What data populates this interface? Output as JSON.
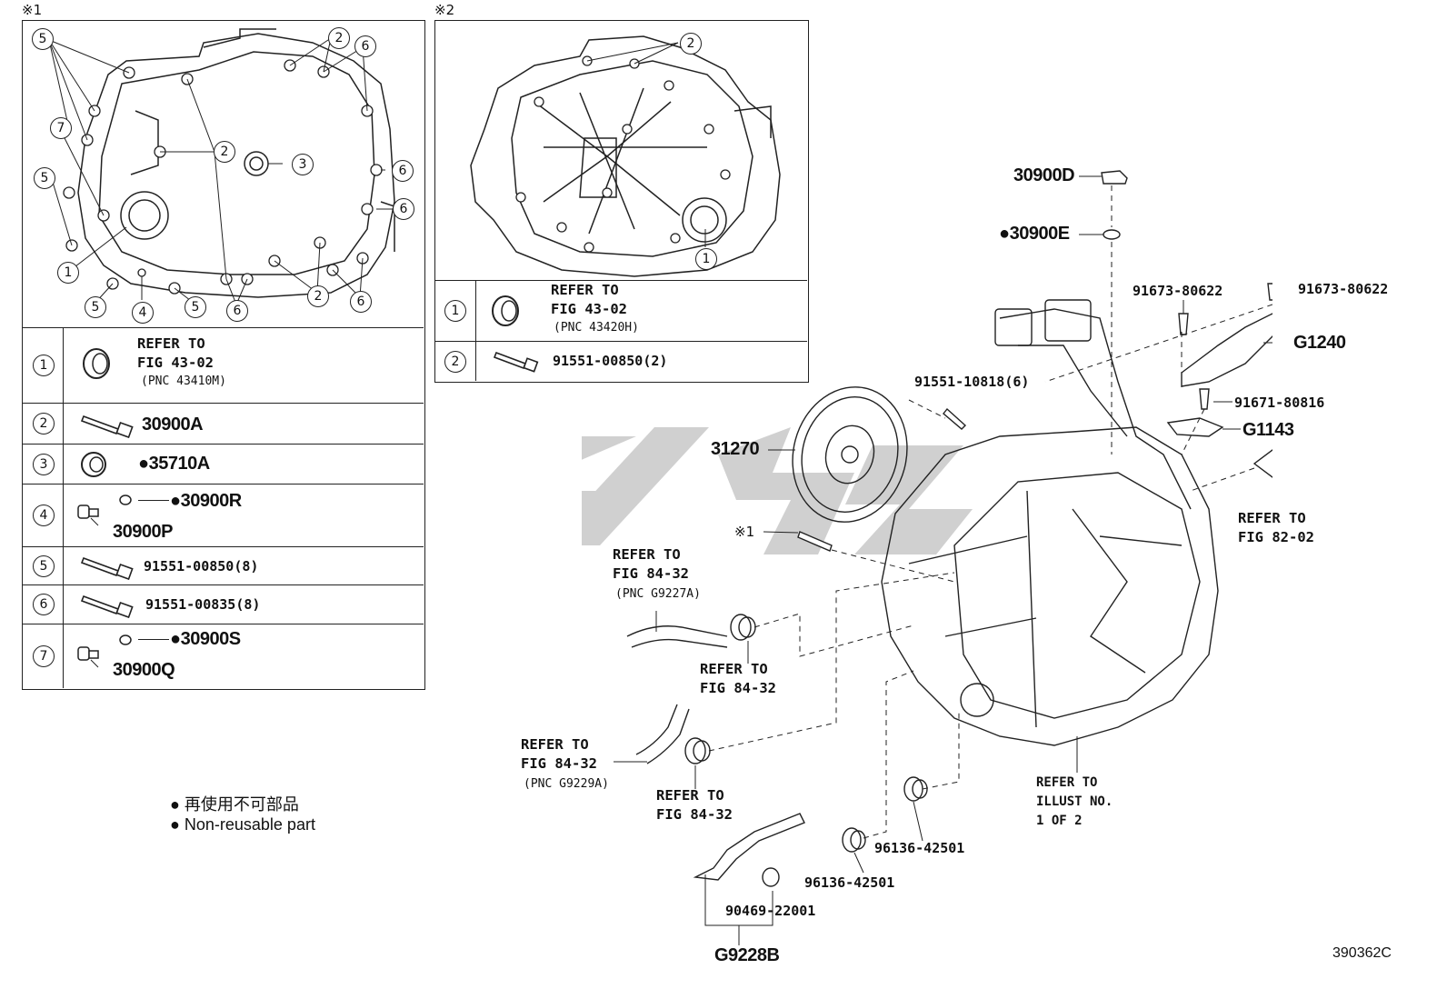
{
  "panel1": {
    "mark": "※1",
    "rows": [
      {
        "num": "1",
        "lines": [
          "REFER TO",
          "FIG 43-02",
          "(PNC 43410M)"
        ]
      },
      {
        "num": "2",
        "part": "30900A"
      },
      {
        "num": "3",
        "part": "●35710A"
      },
      {
        "num": "4",
        "part_a": "●30900R",
        "part_b": "30900P"
      },
      {
        "num": "5",
        "part": "91551-00850(8)"
      },
      {
        "num": "6",
        "part": "91551-00835(8)"
      },
      {
        "num": "7",
        "part_a": "●30900S",
        "part_b": "30900Q"
      }
    ],
    "callouts": [
      "5",
      "2",
      "6",
      "7",
      "2",
      "3",
      "5",
      "6",
      "6",
      "1",
      "5",
      "4",
      "5",
      "6",
      "2",
      "6"
    ]
  },
  "panel2": {
    "mark": "※2",
    "rows": [
      {
        "num": "1",
        "lines": [
          "REFER TO",
          "FIG 43-02",
          "(PNC 43420H)"
        ]
      },
      {
        "num": "2",
        "part": "91551-00850(2)"
      }
    ],
    "callouts": [
      "2",
      "1"
    ]
  },
  "main": {
    "labels": {
      "p30900D": "30900D",
      "p30900E": "●30900E",
      "p91673a": "91673-80622",
      "p91673b": "91673-80622",
      "pG1240": "G1240",
      "p91671": "91671-80816",
      "pG1143": "G1143",
      "p91551": "91551-10818(6)",
      "p31270": "31270",
      "mark1": "※1",
      "ref82": "REFER TO\nFIG 82-02",
      "ref8432a": "REFER TO\nFIG 84-32",
      "pncA": "(PNC G9227A)",
      "ref8432b": "REFER TO\nFIG 84-32",
      "ref8432c": "REFER TO\nFIG 84-32",
      "pncB": "(PNC G9229A)",
      "ref8432d": "REFER TO\nFIG 84-32",
      "refIllust": "REFER TO\nILLUST NO.\n1 OF 2",
      "p96136a": "96136-42501",
      "p96136b": "96136-42501",
      "p90469": "90469-22001",
      "pG9228B": "G9228B"
    }
  },
  "legend": {
    "jp": "● 再使用不可部品",
    "en": "● Non-reusable part"
  },
  "figure_id": "390362C"
}
